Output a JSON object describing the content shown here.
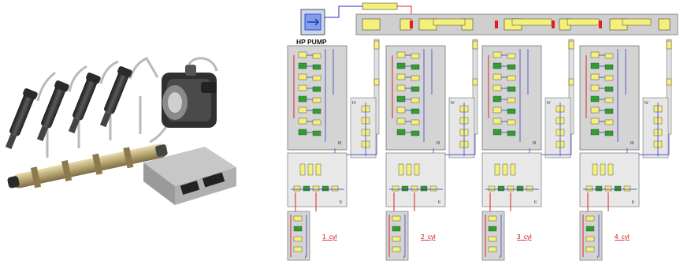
{
  "photo": {
    "subject": "common-rail-system-photo",
    "parts": [
      "injector-icon",
      "fuel-rail-icon",
      "hp-pump-icon",
      "ecu-icon"
    ]
  },
  "schematic": {
    "pump_label": "HP PUMP",
    "cylinders": [
      {
        "label": "1_cyl"
      },
      {
        "label": "2_cyl"
      },
      {
        "label": "3_cyl"
      },
      {
        "label": "4_cyl"
      }
    ],
    "roman": {
      "one": "I",
      "two": "II",
      "three": "III",
      "four": "IV"
    },
    "colors": {
      "block_fill": "#d4d4d4",
      "rail_fill": "#cfcfcf",
      "component_yellow": "#f5f07a",
      "pipe_blue": "#2a2acc",
      "pipe_red": "#e02020",
      "label_red": "#d01010",
      "comp_green": "#2ea02e"
    }
  }
}
